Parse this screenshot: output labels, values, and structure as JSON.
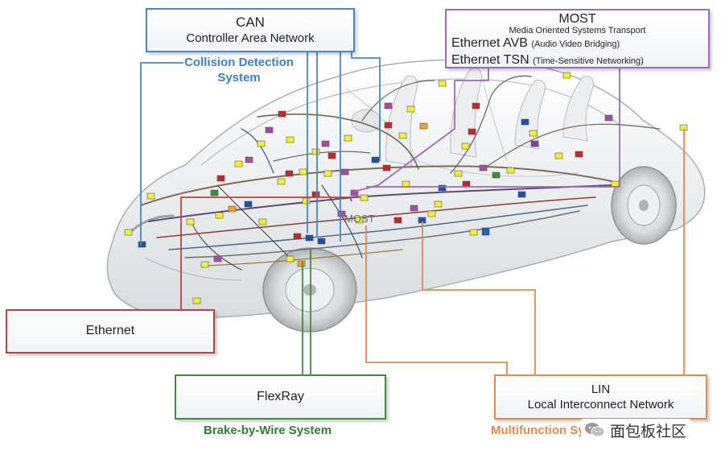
{
  "labels": {
    "can": {
      "title": "CAN",
      "subtitle": "Controller Area Network",
      "caption": "Collision Detection System"
    },
    "most": {
      "title": "MOST",
      "subtitle": "Media Oriented Systems Transport",
      "avb": {
        "name": "Ethernet AVB",
        "detail": "(Audio Video Bridging)"
      },
      "tsn": {
        "name": "Ethernet TSN",
        "detail": "(Time-Sensitive Networking)"
      },
      "car_label": "MOST"
    },
    "ethernet": {
      "title": "Ethernet"
    },
    "flexray": {
      "title": "FlexRay",
      "caption": "Brake-by-Wire System"
    },
    "lin": {
      "title": "LIN",
      "subtitle": "Local Interconnect Network",
      "caption": "Multifunction System"
    }
  },
  "watermark": {
    "text": "面包板社区",
    "icon": "wechat-icon"
  },
  "colors": {
    "can": "#4a86c5",
    "most": "#9b6ab8",
    "ethernet": "#b5443f",
    "flexray": "#3d8b3d",
    "lin": "#e4894a",
    "node_colors": [
      "#f2ee3a",
      "#f2ee3a",
      "#a24ea0",
      "#c0262c",
      "#f2ee3a",
      "#1f4fa0",
      "#f0a030",
      "#f2ee3a",
      "#7a3fa0"
    ]
  }
}
